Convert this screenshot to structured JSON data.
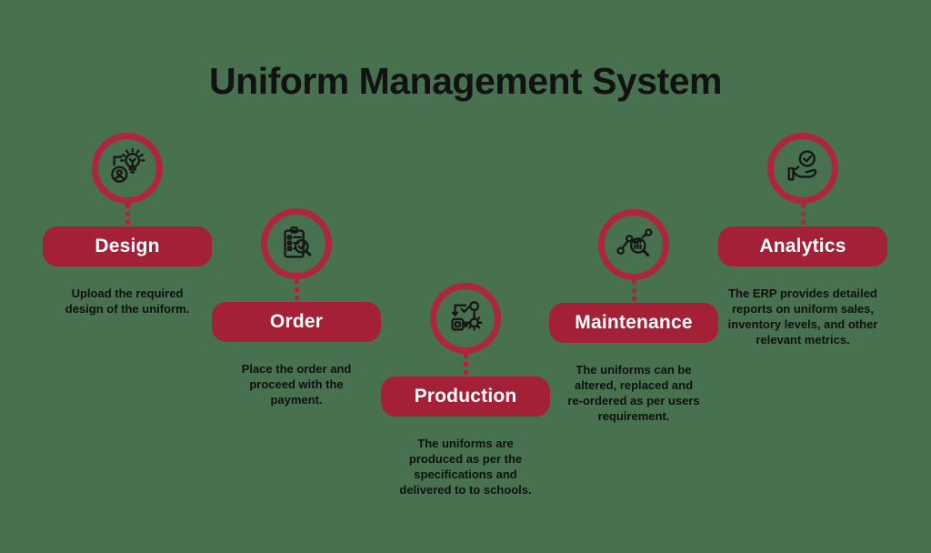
{
  "colors": {
    "background": "#47714F",
    "pill_red": "#A32036",
    "ring_red": "#AF2440",
    "icon_black": "#161616",
    "title_black": "#121212",
    "pill_text": "#FFFFFF"
  },
  "title": "Uniform Management System",
  "steps": [
    {
      "id": "design",
      "label": "Design",
      "icon": "design-lightbulb-icon",
      "description": "Upload the required design of the uniform.",
      "desc_lines": [
        "Upload the required",
        "design of the uniform."
      ]
    },
    {
      "id": "order",
      "label": "Order",
      "icon": "order-checklist-icon",
      "description": "Place the order and proceed with the payment.",
      "desc_lines": [
        "Place the order and",
        "proceed with the",
        "payment."
      ]
    },
    {
      "id": "production",
      "label": "Production",
      "icon": "production-process-icon",
      "description": "The uniforms are produced as per the specifications and delivered to to schools.",
      "desc_lines": [
        "The uniforms are",
        "produced as per the",
        "specifications and",
        "delivered to to schools."
      ]
    },
    {
      "id": "maintenance",
      "label": "Maintenance",
      "icon": "maintenance-analysis-icon",
      "description": "The uniforms can be altered, replaced and re-ordered as per users requirement.",
      "desc_lines": [
        "The uniforms can be",
        "altered, replaced and",
        "re-ordered as per users",
        "requirement."
      ]
    },
    {
      "id": "analytics",
      "label": "Analytics",
      "icon": "analytics-hand-check-icon",
      "description": "The ERP provides detailed reports on uniform sales, inventory levels, and other relevant metrics.",
      "desc_lines": [
        "The ERP provides detailed",
        "reports on uniform sales,",
        "inventory levels, and other",
        "relevant metrics."
      ]
    }
  ]
}
